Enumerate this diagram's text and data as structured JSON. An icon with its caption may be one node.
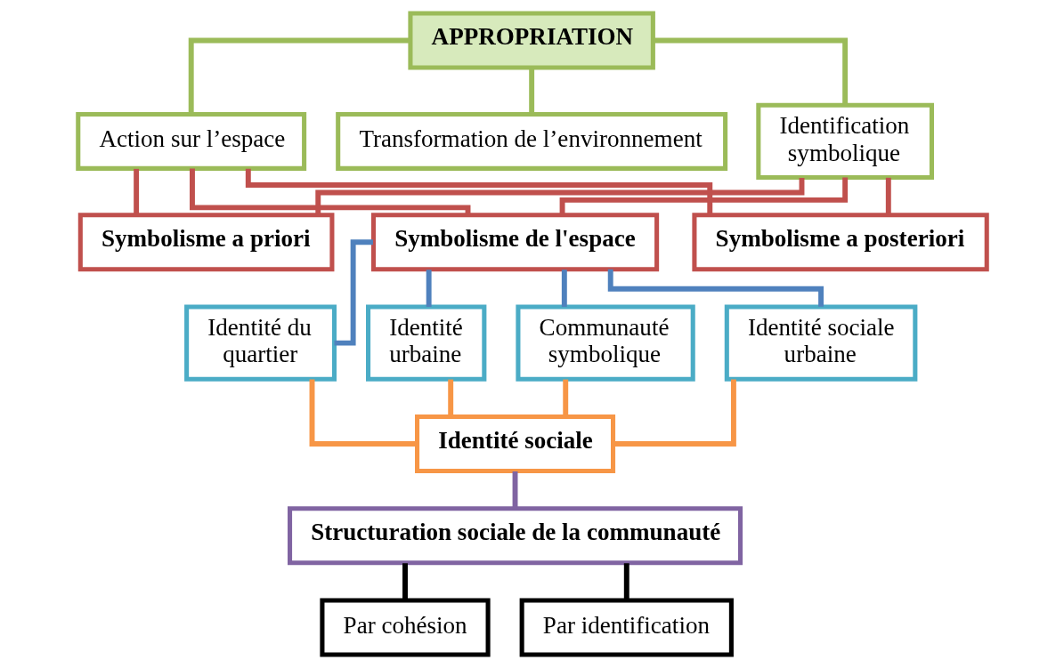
{
  "diagram": {
    "nodes": [
      {
        "text": [
          "APPROPRIATION"
        ]
      },
      {
        "text": [
          "Action sur l’espace"
        ]
      },
      {
        "text": [
          "Transformation de l’environnement"
        ]
      },
      {
        "text": [
          "Identification symbolique"
        ]
      },
      {
        "text": [
          "Symbolisme a priori"
        ]
      },
      {
        "text": [
          "Symbolisme de l'espace"
        ]
      },
      {
        "text": [
          "Symbolisme a posteriori"
        ]
      },
      {
        "text": [
          "Identité du quartier"
        ]
      },
      {
        "text": [
          "Identité urbaine"
        ]
      },
      {
        "text": [
          "Communauté symbolique"
        ]
      },
      {
        "text": [
          "Identité sociale urbaine"
        ]
      },
      {
        "text": [
          "Identité sociale"
        ]
      },
      {
        "text": [
          "Structuration sociale de la communauté"
        ]
      },
      {
        "text": [
          "Par cohésion"
        ]
      },
      {
        "text": [
          "Par identification"
        ]
      }
    ],
    "edges": [
      {
        "from": 0,
        "to": 1,
        "arrow": "none",
        "color": "#9bbb59"
      },
      {
        "from": 0,
        "to": 2,
        "arrow": "none",
        "color": "#9bbb59"
      },
      {
        "from": 0,
        "to": 3,
        "arrow": "none",
        "color": "#9bbb59"
      },
      {
        "from": 1,
        "to": 4,
        "arrow": "none",
        "color": "#c0504d"
      },
      {
        "from": 1,
        "to": 5,
        "arrow": "none",
        "color": "#c0504d"
      },
      {
        "from": 1,
        "to": 6,
        "arrow": "none",
        "color": "#c0504d"
      },
      {
        "from": 3,
        "to": 4,
        "arrow": "none",
        "color": "#c0504d"
      },
      {
        "from": 3,
        "to": 5,
        "arrow": "none",
        "color": "#c0504d"
      },
      {
        "from": 3,
        "to": 6,
        "arrow": "none",
        "color": "#c0504d"
      },
      {
        "from": 5,
        "to": 7,
        "arrow": "none",
        "color": "#4f81bd"
      },
      {
        "from": 5,
        "to": 8,
        "arrow": "none",
        "color": "#4f81bd"
      },
      {
        "from": 5,
        "to": 9,
        "arrow": "none",
        "color": "#4f81bd"
      },
      {
        "from": 5,
        "to": 10,
        "arrow": "none",
        "color": "#4f81bd"
      },
      {
        "from": 7,
        "to": 11,
        "arrow": "none",
        "color": "#f79646"
      },
      {
        "from": 8,
        "to": 11,
        "arrow": "none",
        "color": "#f79646"
      },
      {
        "from": 9,
        "to": 11,
        "arrow": "none",
        "color": "#f79646"
      },
      {
        "from": 10,
        "to": 11,
        "arrow": "none",
        "color": "#f79646"
      },
      {
        "from": 11,
        "to": 12,
        "arrow": "none",
        "color": "#8064a2"
      },
      {
        "from": 12,
        "to": 13,
        "arrow": "none",
        "color": "#000000"
      },
      {
        "from": 12,
        "to": 14,
        "arrow": "none",
        "color": "#000000"
      }
    ]
  }
}
